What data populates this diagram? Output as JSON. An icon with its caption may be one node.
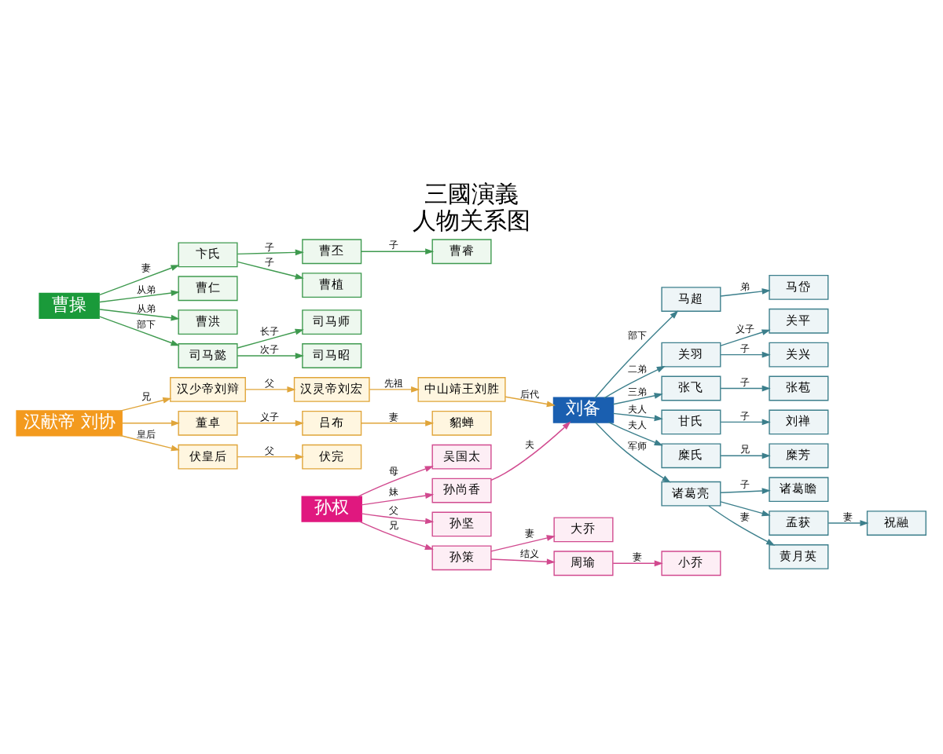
{
  "diagram": {
    "title": "三國演義",
    "caption": "人物关系图",
    "nodes": [
      {
        "text": [
          "汉献帝 刘协"
        ]
      },
      {
        "text": [
          "汉少帝刘辩"
        ]
      },
      {
        "text": [
          "汉灵帝刘宏"
        ]
      },
      {
        "text": [
          "中山靖王刘胜"
        ]
      },
      {
        "text": [
          "刘备"
        ]
      },
      {
        "text": [
          "曹操"
        ]
      },
      {
        "text": [
          "孙权"
        ]
      },
      {
        "text": [
          "董卓"
        ]
      },
      {
        "text": [
          "吕布"
        ]
      },
      {
        "text": [
          "貂蝉"
        ]
      },
      {
        "text": [
          "伏完"
        ]
      },
      {
        "text": [
          "伏皇后"
        ]
      },
      {
        "text": [
          "关羽"
        ]
      },
      {
        "text": [
          "张飞"
        ]
      },
      {
        "text": [
          "关平"
        ]
      },
      {
        "text": [
          "关兴"
        ]
      },
      {
        "text": [
          "张苞"
        ]
      },
      {
        "text": [
          "甘氏"
        ]
      },
      {
        "text": [
          "刘禅"
        ]
      },
      {
        "text": [
          "糜氏"
        ]
      },
      {
        "text": [
          "糜芳"
        ]
      },
      {
        "text": [
          "诸葛亮"
        ]
      },
      {
        "text": [
          "黄月英"
        ]
      },
      {
        "text": [
          "诸葛瞻"
        ]
      },
      {
        "text": [
          "马超"
        ]
      },
      {
        "text": [
          "马岱"
        ]
      },
      {
        "text": [
          "孟获"
        ]
      },
      {
        "text": [
          "祝融"
        ]
      },
      {
        "text": [
          "卞氏"
        ]
      },
      {
        "text": [
          "曹丕"
        ]
      },
      {
        "text": [
          "曹植"
        ]
      },
      {
        "text": [
          "曹睿"
        ]
      },
      {
        "text": [
          "曹仁"
        ]
      },
      {
        "text": [
          "曹洪"
        ]
      },
      {
        "text": [
          "司马懿"
        ]
      },
      {
        "text": [
          "司马师"
        ]
      },
      {
        "text": [
          "司马昭"
        ]
      },
      {
        "text": [
          "孙坚"
        ]
      },
      {
        "text": [
          "孙策"
        ]
      },
      {
        "text": [
          "吴国太"
        ]
      },
      {
        "text": [
          "孙尚香"
        ]
      },
      {
        "text": [
          "周瑜"
        ]
      },
      {
        "text": [
          "小乔"
        ]
      },
      {
        "text": [
          "大乔"
        ]
      }
    ],
    "edges": [
      {
        "from": 0,
        "to": 1,
        "arrow": "to",
        "label": "兄",
        "color": "#e0a53a"
      },
      {
        "from": 1,
        "to": 2,
        "arrow": "to",
        "label": "父",
        "color": "#e0a53a"
      },
      {
        "from": 2,
        "to": 3,
        "arrow": "to",
        "label": "先祖",
        "color": "#e0a53a"
      },
      {
        "from": 3,
        "to": 4,
        "arrow": "to",
        "label": "后代",
        "color": "#e0a53a"
      },
      {
        "from": 0,
        "to": 7,
        "arrow": "to",
        "color": "#e0a53a"
      },
      {
        "from": 7,
        "to": 8,
        "arrow": "to",
        "label": "义子",
        "color": "#e0a53a"
      },
      {
        "from": 8,
        "to": 9,
        "arrow": "to",
        "label": "妻",
        "color": "#e0a53a"
      },
      {
        "from": 0,
        "to": 11,
        "arrow": "to",
        "label": "皇后",
        "color": "#e0a53a"
      },
      {
        "from": 11,
        "to": 10,
        "arrow": "to",
        "label": "父",
        "color": "#e0a53a"
      },
      {
        "from": 4,
        "to": 12,
        "arrow": "to",
        "label": "二弟"
      },
      {
        "from": 4,
        "to": 13,
        "arrow": "to",
        "label": "三弟"
      },
      {
        "from": 12,
        "to": 14,
        "arrow": "to",
        "label": "义子"
      },
      {
        "from": 12,
        "to": 15,
        "arrow": "to",
        "label": "子"
      },
      {
        "from": 13,
        "to": 16,
        "arrow": "to",
        "label": "子"
      },
      {
        "from": 4,
        "to": 17,
        "arrow": "to",
        "label": "夫人"
      },
      {
        "from": 17,
        "to": 18,
        "arrow": "to",
        "label": "子"
      },
      {
        "from": 4,
        "to": 19,
        "arrow": "to",
        "label": "夫人"
      },
      {
        "from": 19,
        "to": 20,
        "arrow": "to",
        "label": "兄"
      },
      {
        "from": 4,
        "to": 21,
        "arrow": "to",
        "label": "军师"
      },
      {
        "from": 21,
        "to": 22,
        "arrow": "to",
        "label": "妻"
      },
      {
        "from": 21,
        "to": 23,
        "arrow": "to",
        "label": "子"
      },
      {
        "from": 4,
        "to": 24,
        "arrow": "to",
        "label": "部下"
      },
      {
        "from": 24,
        "to": 25,
        "arrow": "to",
        "label": "弟"
      },
      {
        "from": 21,
        "to": 26,
        "arrow": "to"
      },
      {
        "from": 26,
        "to": 27,
        "arrow": "to",
        "label": "妻"
      },
      {
        "from": 5,
        "to": 28,
        "arrow": "to",
        "label": "妻",
        "color": "#3f9a4f"
      },
      {
        "from": 28,
        "to": 29,
        "arrow": "to",
        "label": "子",
        "color": "#3f9a4f"
      },
      {
        "from": 28,
        "to": 30,
        "arrow": "to",
        "label": "子",
        "color": "#3f9a4f"
      },
      {
        "from": 29,
        "to": 31,
        "arrow": "to",
        "label": "子",
        "color": "#3f9a4f"
      },
      {
        "from": 5,
        "to": 32,
        "arrow": "to",
        "label": "从弟",
        "color": "#3f9a4f"
      },
      {
        "from": 5,
        "to": 33,
        "arrow": "to",
        "label": "从弟",
        "color": "#3f9a4f"
      },
      {
        "from": 5,
        "to": 34,
        "arrow": "to",
        "label": "部下",
        "color": "#3f9a4f"
      },
      {
        "from": 34,
        "to": 35,
        "arrow": "to",
        "label": "长子",
        "color": "#3f9a4f"
      },
      {
        "from": 34,
        "to": 36,
        "arrow": "to",
        "label": "次子",
        "color": "#3f9a4f"
      },
      {
        "from": 6,
        "to": 37,
        "arrow": "to",
        "label": "父",
        "color": "#d14a8f"
      },
      {
        "from": 6,
        "to": 38,
        "arrow": "to",
        "label": "兄",
        "color": "#d14a8f"
      },
      {
        "from": 6,
        "to": 39,
        "arrow": "to",
        "label": "母",
        "color": "#d14a8f"
      },
      {
        "from": 6,
        "to": 40,
        "arrow": "to",
        "label": "妹",
        "color": "#d14a8f"
      },
      {
        "from": 40,
        "to": 4,
        "arrow": "to",
        "label": "夫",
        "color": "#d14a8f"
      },
      {
        "from": 38,
        "to": 43,
        "arrow": "to",
        "label": "妻",
        "color": "#d14a8f"
      },
      {
        "from": 38,
        "to": 41,
        "arrow": "to",
        "label": "结义",
        "color": "#d14a8f"
      },
      {
        "from": 41,
        "to": 42,
        "arrow": "to",
        "label": "妻",
        "color": "#d14a8f"
      }
    ]
  }
}
